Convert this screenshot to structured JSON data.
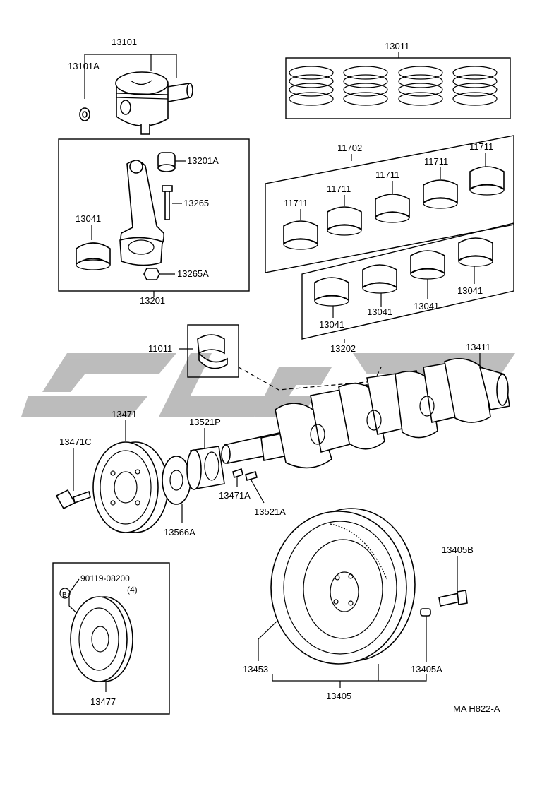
{
  "watermark_colors": {
    "logo": "#b9b9b9"
  },
  "labels": {
    "p13101": "13101",
    "p13101A": "13101A",
    "p13011": "13011",
    "p13201A": "13201A",
    "p13265": "13265",
    "p13041_rod": "13041",
    "p13265A": "13265A",
    "p13201": "13201",
    "p11702": "11702",
    "p11711_a": "11711",
    "p11711_b": "11711",
    "p11711_c": "11711",
    "p11711_d": "11711",
    "p11711_e": "11711",
    "p13041_a": "13041",
    "p13041_b": "13041",
    "p13041_c": "13041",
    "p13041_d": "13041",
    "p13202": "13202",
    "p11011": "11011",
    "p13411": "13411",
    "p13471": "13471",
    "p13521P": "13521P",
    "p13471C": "13471C",
    "p13471A": "13471A",
    "p13521A": "13521A",
    "p13566A": "13566A",
    "p13405B": "13405B",
    "p90119": "90119-08200",
    "p90119_qty": "(4)",
    "p_B_mark": "B",
    "p13477": "13477",
    "p13453": "13453",
    "p13405": "13405",
    "p13405A": "13405A",
    "diagram_code": "MA H822-A"
  }
}
